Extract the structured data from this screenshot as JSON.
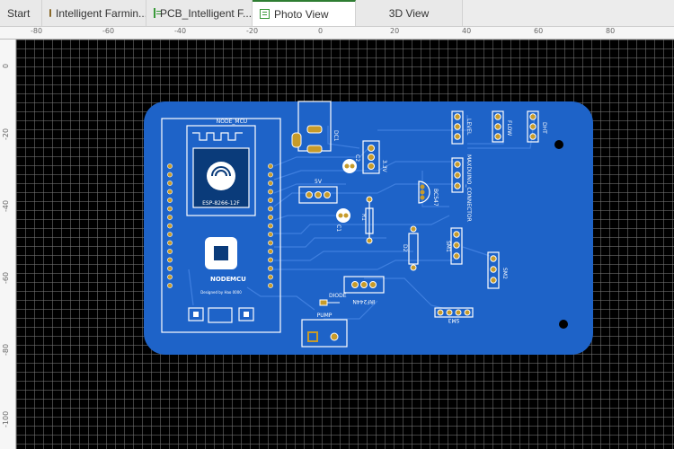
{
  "tabs": [
    {
      "label": "Start",
      "icon": "none",
      "active": false
    },
    {
      "label": "Intelligent Farmin...",
      "icon": "folder-icon",
      "active": false
    },
    {
      "label": "PCB_Intelligent F...",
      "icon": "pcb-icon",
      "active": false
    },
    {
      "label": "Photo View",
      "icon": "pcb-icon",
      "active": true
    },
    {
      "label": "3D View",
      "icon": "none",
      "active": false
    }
  ],
  "ruler": {
    "top_labels": [
      "-80",
      "-60",
      "-40",
      "-20",
      "0",
      "20",
      "40",
      "60",
      "80"
    ],
    "left_labels": [
      "0",
      "-20",
      "-40",
      "-60",
      "-80",
      "-100"
    ]
  },
  "board": {
    "color": "#1e63c8",
    "module": {
      "title": "NODE_MCU",
      "chip_label": "ESP-8266-12F",
      "brand_a": "NODE",
      "brand_b": "MCU",
      "designer": "Designed by  Hao  0000"
    },
    "labels": {
      "dc1": "DC1",
      "c2": "C2",
      "v33": "3.3V",
      "v5": "5V",
      "c1": "C1",
      "r1": "R1",
      "bc547": "BC547",
      "d2": "D2",
      "sm1": "SM1",
      "level": "LEVEL",
      "flow": "FLOW",
      "dht": "DHT",
      "maxduino": "MAXDUINO_CONNECTOR",
      "irf": "IRF244N",
      "diode": "DIODE",
      "pump": "PUMP",
      "sm2": "SM2",
      "sm3": "SM3"
    }
  }
}
